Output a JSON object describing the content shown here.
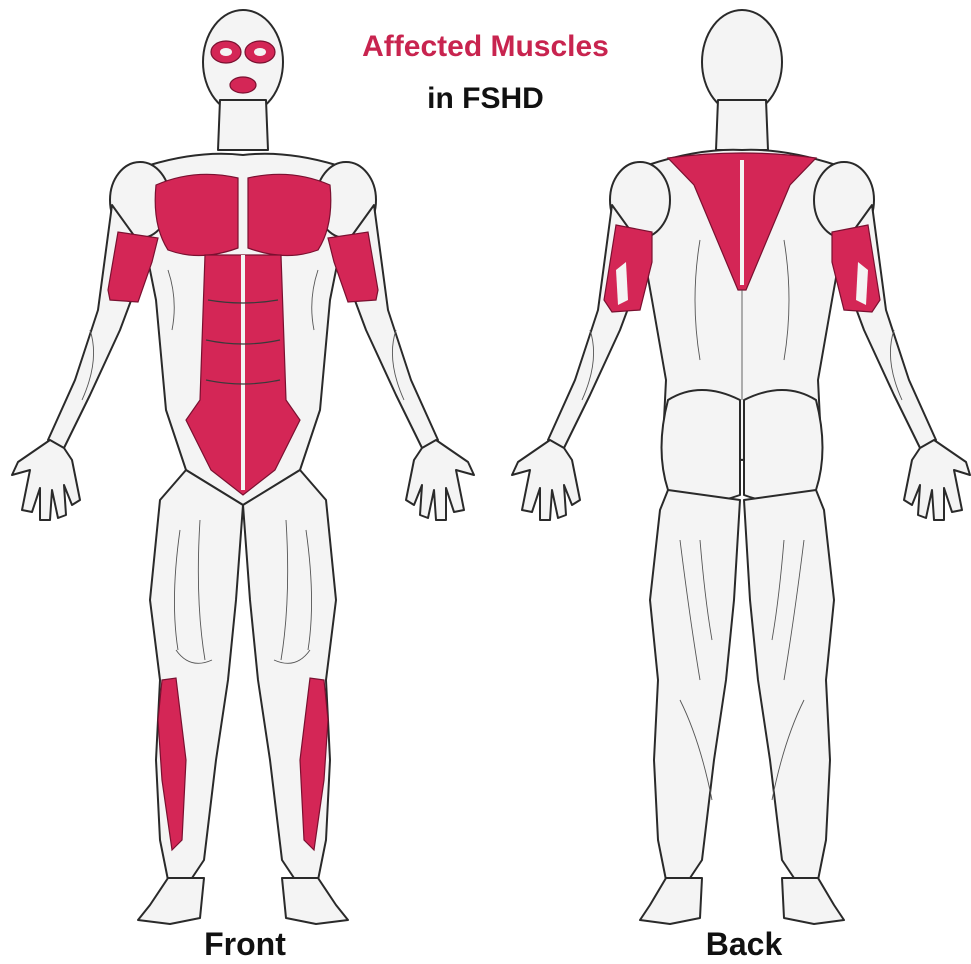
{
  "title": {
    "line1": "Affected Muscles",
    "line2": "in FSHD"
  },
  "views": {
    "front_label": "Front",
    "back_label": "Back"
  },
  "colors": {
    "highlight": "#d42656",
    "title_accent": "#c8244f",
    "outline": "#2a2a2a",
    "skin": "#f4f4f4"
  },
  "affected_regions_front": [
    "face",
    "pectorals",
    "upper-arms",
    "abdominals",
    "lower-legs"
  ],
  "affected_regions_back": [
    "trapezius",
    "upper-arms"
  ]
}
